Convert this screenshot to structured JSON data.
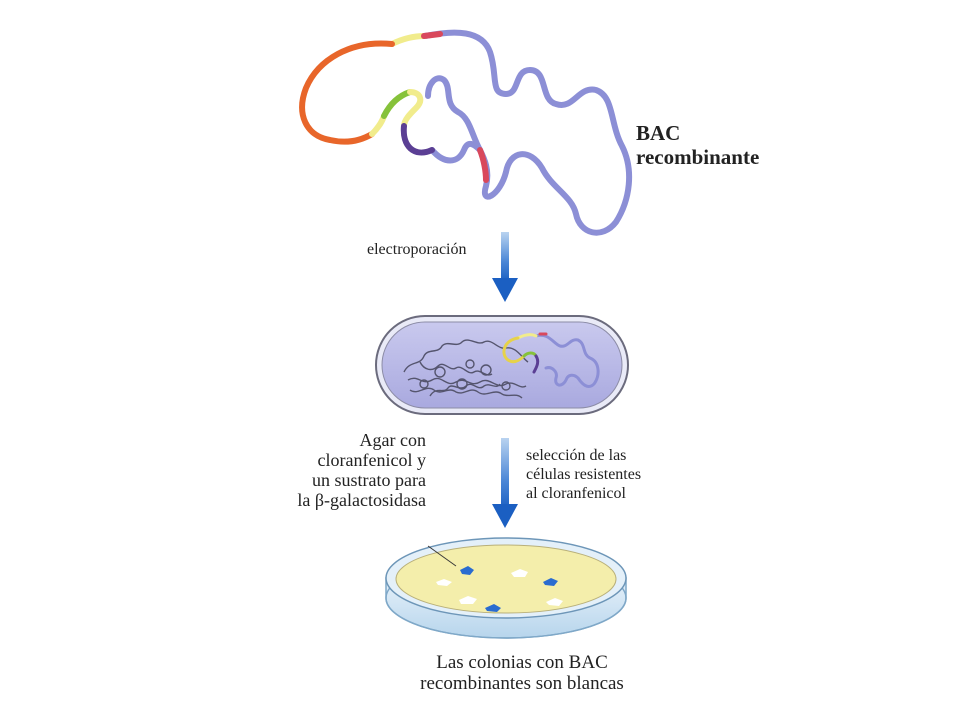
{
  "labels": {
    "bac": [
      "BAC",
      "recombinante"
    ],
    "electroporation": "electroporación",
    "agar": [
      "Agar con",
      "cloranfenicol y",
      "un sustrato para",
      "la β-galactosidasa"
    ],
    "selection": [
      "selección de las",
      "células resistentes",
      "al cloranfenicol"
    ],
    "result": [
      "Las colonias con BAC",
      "recombinantes son blancas"
    ]
  },
  "colors": {
    "dna_backbone": "#8c8fd6",
    "insert_orange": "#e8662a",
    "insert_yellow": "#f1ec8c",
    "insert_green": "#86c23a",
    "insert_purple": "#5b3f94",
    "marker_red": "#d9485c",
    "arrow_blue": "#1b64c8",
    "cell_fill": "#b8b8e6",
    "agar_fill": "#f4eeab",
    "dish_rim": "#cfe4f3",
    "colony_blue": "#2a6cd0",
    "colony_white": "#ffffff"
  }
}
